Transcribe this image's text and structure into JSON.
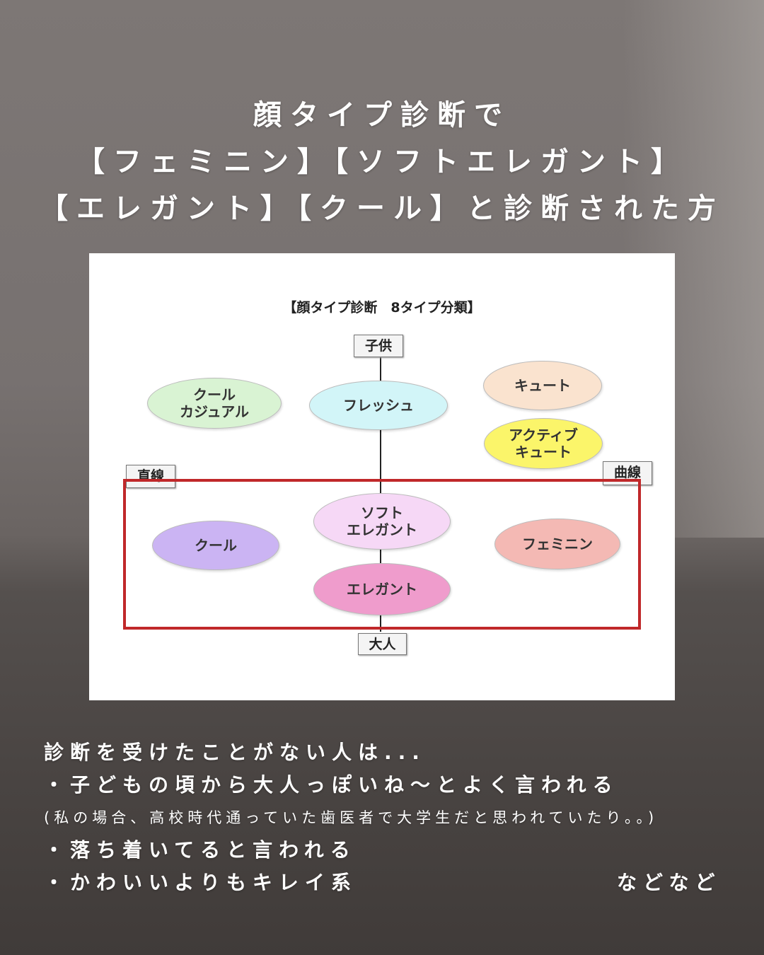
{
  "header": {
    "lines": [
      "顔タイプ診断で",
      "【フェミニン】【ソフトエレガント】",
      "【エレガント】【クール】と診断された方"
    ]
  },
  "diagram": {
    "title": "【顔タイプ診断　8タイプ分類】",
    "axes": {
      "top": "子供",
      "bottom": "大人",
      "left": "直線",
      "right": "曲線"
    },
    "types": [
      {
        "label": "クール\nカジュアル",
        "color": "#d9f3d3"
      },
      {
        "label": "フレッシュ",
        "color": "#d2f5f8"
      },
      {
        "label": "キュート",
        "color": "#fae3cf"
      },
      {
        "label": "アクティブ\nキュート",
        "color": "#fbf56a"
      },
      {
        "label": "ソフト\nエレガント",
        "color": "#f6d8f6"
      },
      {
        "label": "クール",
        "color": "#cbb4f3"
      },
      {
        "label": "エレガント",
        "color": "#ef9ccc"
      },
      {
        "label": "フェミニン",
        "color": "#f4b9b4"
      }
    ],
    "highlight_color": "#c0282a"
  },
  "body": {
    "intro": "診断を受けたことがない人は...",
    "bullet1": "・子どもの頃から大人っぽいね〜とよく言われる",
    "note": "(私の場合、高校時代通っていた歯医者で大学生だと思われていたり。。)",
    "bullet2": "・落ち着いてると言われる",
    "bullet3": "・かわいいよりもキレイ系",
    "etc": "などなど"
  }
}
